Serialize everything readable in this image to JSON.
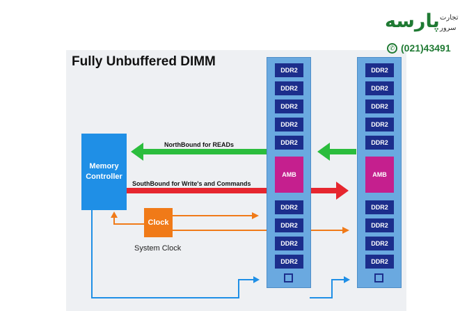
{
  "title": "Fully Unbuffered DIMM",
  "logo": {
    "word": "پارسه",
    "sub1": "تجارت",
    "sub2": "سرور",
    "phone": "(021)43491"
  },
  "controller": {
    "line1": "Memory",
    "line2": "Controller"
  },
  "chip_label": "DDR2",
  "amb_label": "AMB",
  "northbound_label": "NorthBound for READs",
  "southbound_label": "SouthBound for Write's and Commands",
  "clock_label": "Clock",
  "system_clock_label": "System Clock",
  "colors": {
    "northbound": "#2bbd3d",
    "southbound": "#e6262f",
    "clock": "#f07a18",
    "system_bus": "#1f8fe6",
    "chip": "#1c2e8c",
    "amb": "#c51f8e"
  }
}
